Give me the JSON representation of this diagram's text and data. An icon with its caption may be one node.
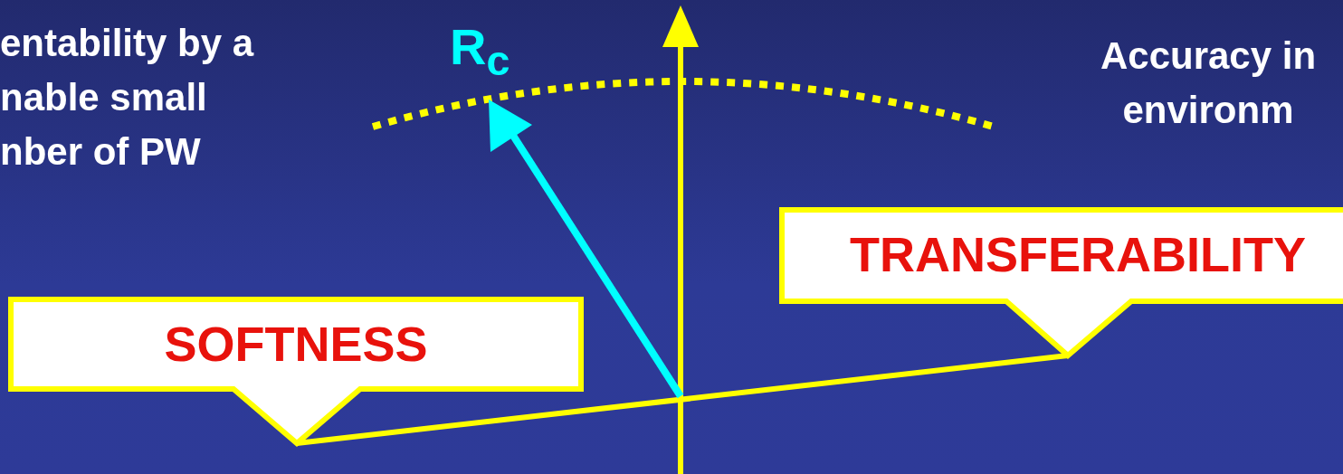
{
  "diagram": {
    "nodes": [
      {
        "text": [
          "SOFTNESS"
        ]
      },
      {
        "text": [
          "TRANSFERABILITY"
        ]
      }
    ],
    "edges": [
      {
        "from": 0,
        "to": 1,
        "arrow": "none"
      }
    ],
    "labels": [
      "entability by a nable small nber of PW",
      "R$_{c}$",
      "Accuracy in environm"
    ]
  }
}
